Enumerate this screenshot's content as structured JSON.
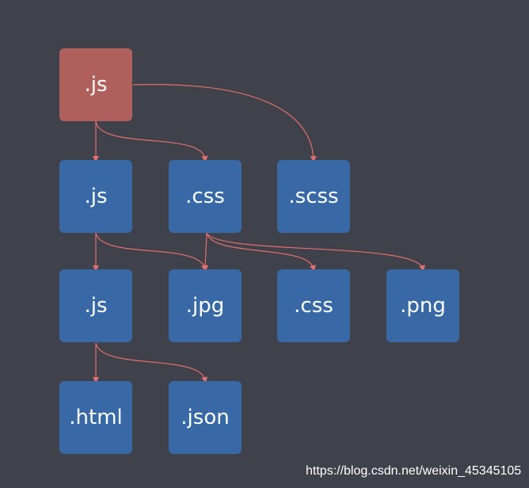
{
  "diagram": {
    "edge_color": "#e56e6a",
    "root_color": "#b0605c",
    "node_color": "#3869a6",
    "background": "#3f414b",
    "nodes": {
      "root_js": ".js",
      "row1_js": ".js",
      "row1_css": ".css",
      "row1_scss": ".scss",
      "row2_js": ".js",
      "row2_jpg": ".jpg",
      "row2_css": ".css",
      "row2_png": ".png",
      "row3_html": ".html",
      "row3_json": ".json"
    },
    "edges": [
      {
        "from": "root_js",
        "to": "row1_js"
      },
      {
        "from": "root_js",
        "to": "row1_css"
      },
      {
        "from": "root_js",
        "to": "row1_scss"
      },
      {
        "from": "row1_js",
        "to": "row2_js"
      },
      {
        "from": "row1_js",
        "to": "row2_jpg"
      },
      {
        "from": "row1_css",
        "to": "row2_jpg"
      },
      {
        "from": "row1_css",
        "to": "row2_css"
      },
      {
        "from": "row1_css",
        "to": "row2_png"
      },
      {
        "from": "row2_js",
        "to": "row3_html"
      },
      {
        "from": "row2_js",
        "to": "row3_json"
      }
    ]
  },
  "watermark": {
    "text": "https://blog.csdn.net/weixin_45345105"
  }
}
